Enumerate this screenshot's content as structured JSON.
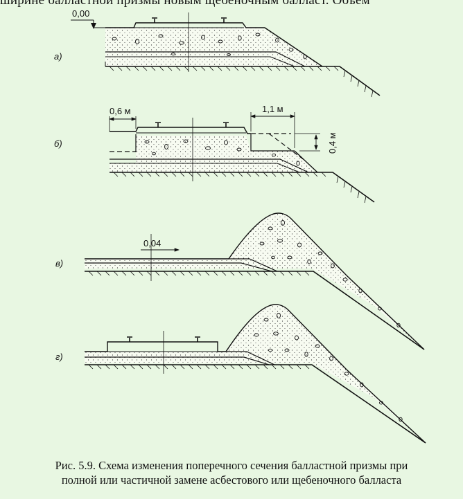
{
  "header_fragment": "ширине балластной призмы новым щебеночным балласт. Объем",
  "figure": {
    "panels": [
      {
        "label": "а)",
        "annotation": "0,00"
      },
      {
        "label": "б)",
        "dim_left": "0,6 м",
        "dim_right": "1,1 м",
        "dim_vertical": "0,4 м"
      },
      {
        "label": "в)",
        "annotation": "0,04"
      },
      {
        "label": "г)"
      }
    ]
  },
  "caption": {
    "line1": "Рис. 5.9. Схема изменения поперечного сечения балластной призмы при",
    "line2": "полной или частичной замене асбестового или щебеночного балласта"
  },
  "colors": {
    "background": "#e8f7e2",
    "ink": "#111111",
    "ballast_fill": "#f7fbf1"
  }
}
